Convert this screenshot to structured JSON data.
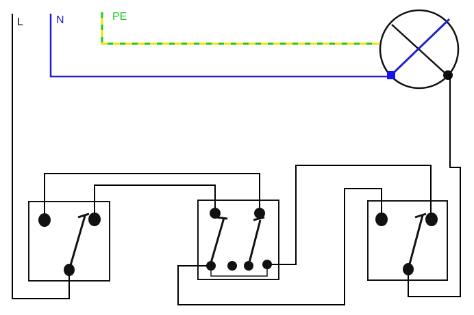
{
  "labels": {
    "L": "L",
    "N": "N",
    "PE": "PE"
  },
  "colors": {
    "phase": "#000000",
    "neutral": "#1f1fd0",
    "earth_green": "#22c422",
    "earth_yellow": "#e8e800",
    "neutral_terminal": "#1414f0",
    "box_stroke": "#111111"
  },
  "components": {
    "lamp": "lamp",
    "switch_left": "two-way-switch",
    "switch_middle": "intermediate-switch",
    "switch_right": "two-way-switch"
  }
}
